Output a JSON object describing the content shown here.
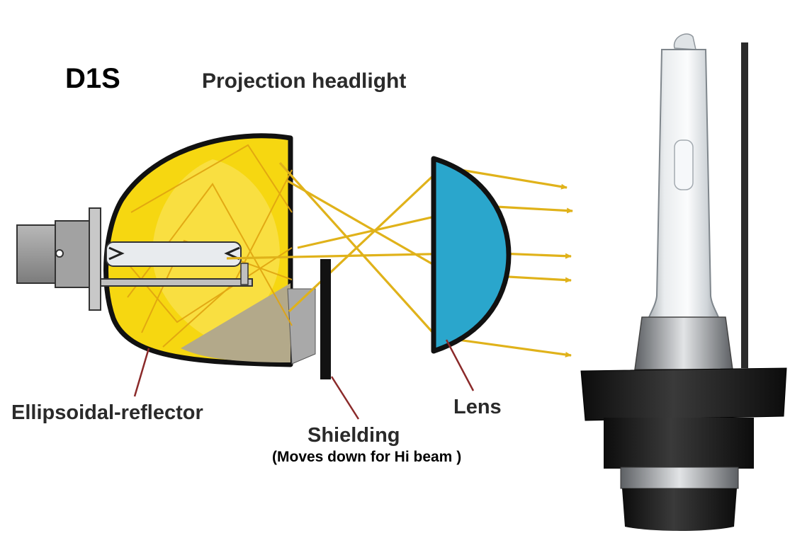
{
  "diagram": {
    "model_label": "D1S",
    "title": "Projection headlight",
    "labels": {
      "reflector": "Ellipsoidal-reflector",
      "shielding": "Shielding",
      "shielding_note": "(Moves down for Hi beam )",
      "lens": "Lens"
    }
  },
  "colors": {
    "reflector_fill": "#f6d711",
    "light_ray": "#e0b21a",
    "lens_fill": "#2aa6cc",
    "shadow_region": "#b3a98a",
    "pointer_line": "#8b2a2a",
    "bulb_base": "#1d1d1d"
  }
}
